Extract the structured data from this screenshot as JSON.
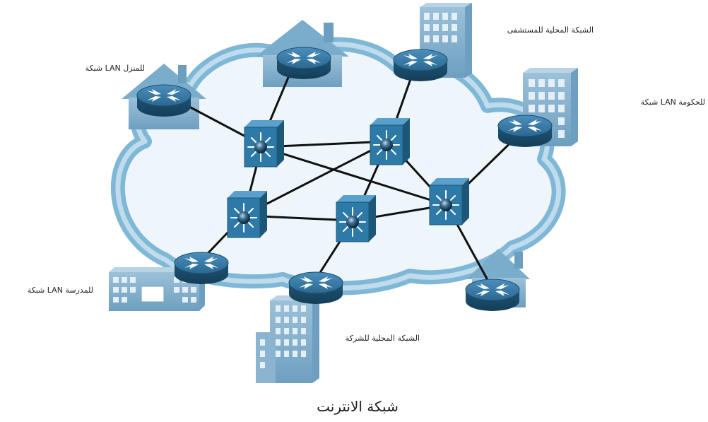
{
  "title": "شبكة الانترنت",
  "labels": {
    "home": "شبكة LAN للمنزل",
    "hospital": "الشبكة المحلية للمستشفى",
    "government": "شبكة LAN للحكومة",
    "school": "شبكة LAN للمدرسة",
    "company": "الشبكة المحلية للشركة"
  },
  "colors": {
    "cloud": "#7fb7d6",
    "cloud_inner": "#bfdbec",
    "building": "#8ab4cf",
    "router": "#2b6a92",
    "switch": "#2d79a8",
    "link": "#111111"
  },
  "icons": {
    "router": "router-icon",
    "switch": "multilayer-switch-icon",
    "house": "house-icon",
    "building": "building-icon"
  }
}
